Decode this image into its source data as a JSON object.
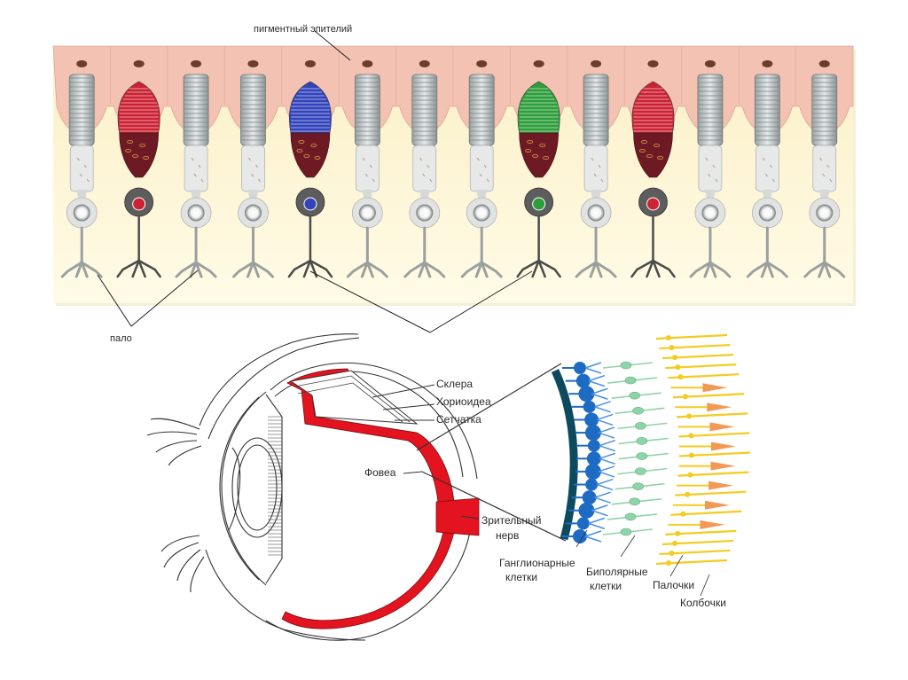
{
  "labels": {
    "pigment_epithelium": "пигментный эпителий",
    "rods_partial": "пало",
    "sclera": "Склера",
    "choroid": "Хориоидеа",
    "retina": "Сетчатка",
    "fovea": "Фовеа",
    "optic_nerve_line1": "Зрительный",
    "optic_nerve_line2": "нерв",
    "ganglion_line1": "Ганглионарные",
    "ganglion_line2": "клетки",
    "bipolar_line1": "Биполярные",
    "bipolar_line2": "клетки",
    "rods": "Палочки",
    "cones": "Колбочки"
  },
  "retina_strip": {
    "cells": [
      "rod",
      "cone",
      "rod",
      "rod",
      "cone",
      "rod",
      "rod",
      "rod",
      "cone",
      "rod",
      "cone",
      "rod",
      "rod",
      "rod"
    ],
    "cone_colors": [
      "#cc2233",
      "#3344bb",
      "#2d9e3a",
      "#cc2233"
    ]
  },
  "colors": {
    "epithelium": "#f3c2b2",
    "background": "#fbf6d2",
    "rod_body": "#c9cfd0",
    "blood": "#e0202a",
    "ganglion": "#1e6bc4",
    "bipolar": "#8fd4a9",
    "rod_yellow": "#f4cb20",
    "cone_orange": "#f29a55",
    "dark_teal": "#0d4a5e"
  }
}
